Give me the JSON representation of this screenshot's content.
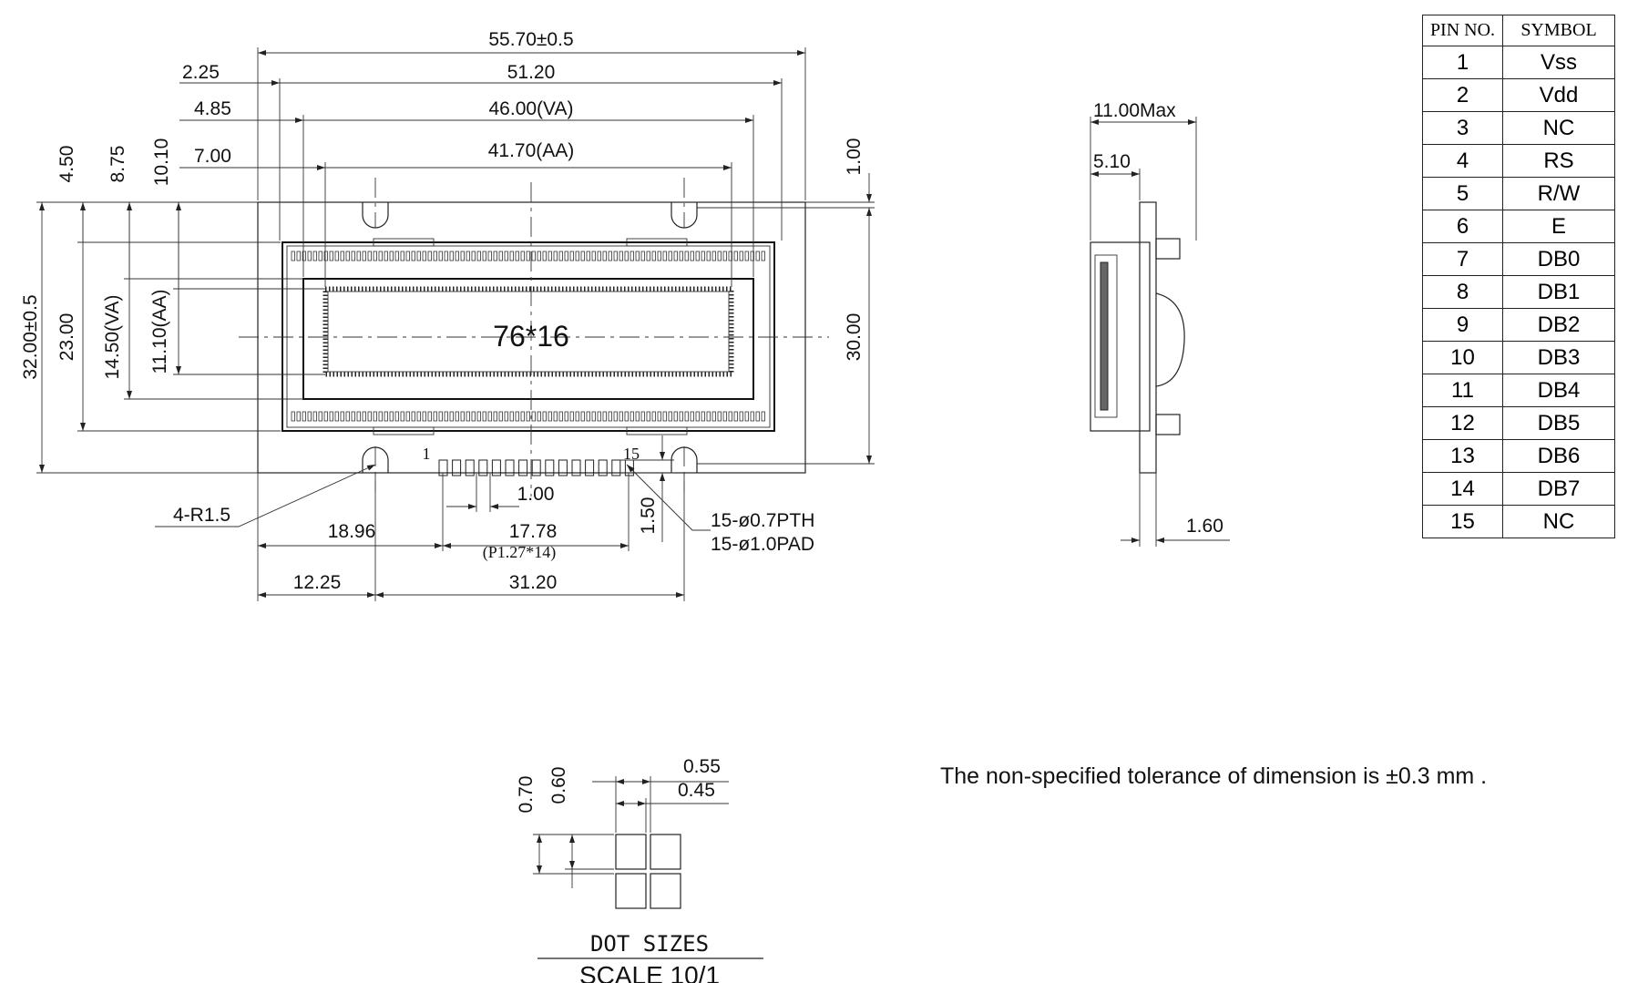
{
  "front_view": {
    "dim_width_overall": "55.70±0.5",
    "dim_width_pcb_inner": "51.20",
    "dim_va_width": "46.00(VA)",
    "dim_aa_width": "41.70(AA)",
    "dim_left_offset_1": "2.25",
    "dim_left_offset_2": "4.85",
    "dim_left_offset_3": "7.00",
    "dim_top_offset_1": "4.50",
    "dim_top_offset_2": "8.75",
    "dim_top_offset_3": "10.10",
    "dim_top_right": "1.00",
    "dim_height_overall": "32.00±0.5",
    "dim_height_23": "23.00",
    "dim_va_height": "14.50(VA)",
    "dim_aa_height": "11.10(AA)",
    "dim_height_30": "30.00",
    "display_format": "76*16",
    "pin_first": "1",
    "pin_last": "15",
    "dim_pin_pitch": "1.00",
    "dim_pin_span": "17.78",
    "dim_pin_pitch_note": "(P1.27*14)",
    "dim_pin_offset": "18.96",
    "dim_pin_height": "1.50",
    "dim_hole_offset": "12.25",
    "dim_hole_spacing": "31.20",
    "corner_radius": "4-R1.5",
    "hole_pth": "15-ø0.7PTH",
    "hole_pad": "15-ø1.0PAD"
  },
  "side_view": {
    "dim_thickness_max": "11.00Max",
    "dim_depth": "5.10",
    "dim_pcb": "1.60"
  },
  "pin_table": {
    "headers": [
      "PIN NO.",
      "SYMBOL"
    ],
    "rows": [
      [
        "1",
        "Vss"
      ],
      [
        "2",
        "Vdd"
      ],
      [
        "3",
        "NC"
      ],
      [
        "4",
        "RS"
      ],
      [
        "5",
        "R/W"
      ],
      [
        "6",
        "E"
      ],
      [
        "7",
        "DB0"
      ],
      [
        "8",
        "DB1"
      ],
      [
        "9",
        "DB2"
      ],
      [
        "10",
        "DB3"
      ],
      [
        "11",
        "DB4"
      ],
      [
        "12",
        "DB5"
      ],
      [
        "13",
        "DB6"
      ],
      [
        "14",
        "DB7"
      ],
      [
        "15",
        "NC"
      ]
    ]
  },
  "dot_detail": {
    "dim_dot_w_1": "0.55",
    "dim_dot_w_2": "0.45",
    "dim_dot_h_1": "0.70",
    "dim_dot_h_2": "0.60",
    "title": "DOT SIZES",
    "scale": "SCALE 10/1"
  },
  "tolerance_note": "The non-specified tolerance of dimension is ±0.3 mm ."
}
